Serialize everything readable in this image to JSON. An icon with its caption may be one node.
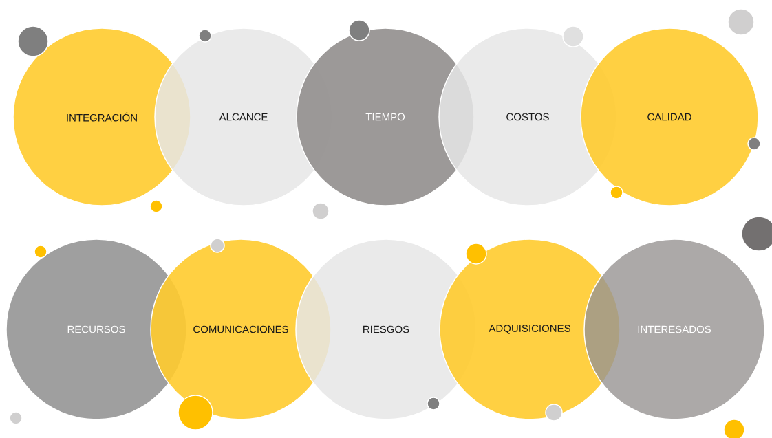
{
  "diagram": {
    "nodes": [
      {
        "text": [
          "INTEGRACIÓN"
        ]
      },
      {
        "text": [
          "ALCANCE"
        ]
      },
      {
        "text": [
          "TIEMPO"
        ]
      },
      {
        "text": [
          "COSTOS"
        ]
      },
      {
        "text": [
          "CALIDAD"
        ]
      },
      {
        "text": [
          "RECURSOS"
        ]
      },
      {
        "text": [
          "COMUNICACIONES"
        ]
      },
      {
        "text": [
          "RIESGOS"
        ]
      },
      {
        "text": [
          "ADQUISICIONES"
        ]
      },
      {
        "text": [
          "INTERESADOS"
        ]
      }
    ]
  }
}
